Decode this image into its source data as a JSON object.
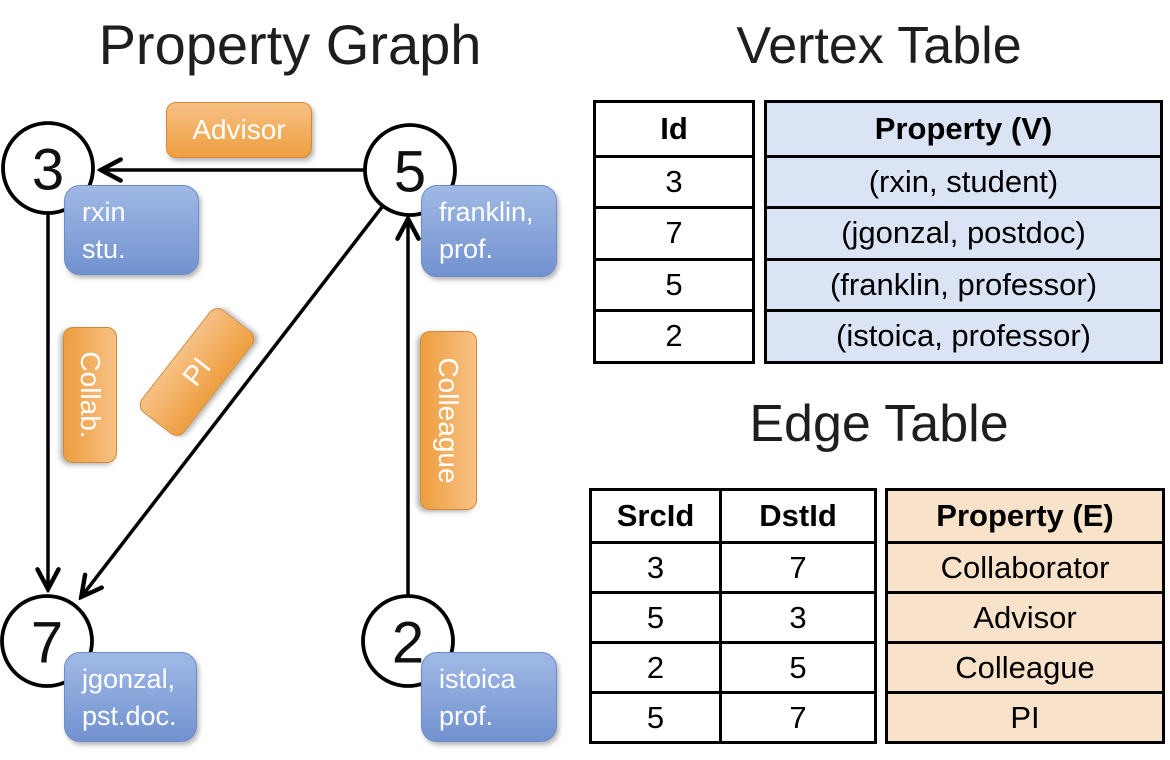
{
  "graph": {
    "title": "Property Graph",
    "nodes": [
      {
        "id": "3",
        "label_lines": [
          "rxin",
          "stu."
        ]
      },
      {
        "id": "5",
        "label_lines": [
          "franklin,",
          "prof."
        ]
      },
      {
        "id": "7",
        "label_lines": [
          "jgonzal,",
          "pst.doc."
        ]
      },
      {
        "id": "2",
        "label_lines": [
          "istoica",
          "prof."
        ]
      }
    ],
    "edge_labels": [
      "Advisor",
      "Collab.",
      "PI",
      "Colleague"
    ],
    "edges": [
      {
        "src": "5",
        "dst": "3",
        "label": "Advisor"
      },
      {
        "src": "3",
        "dst": "7",
        "label": "Collab."
      },
      {
        "src": "5",
        "dst": "7",
        "label": "PI"
      },
      {
        "src": "2",
        "dst": "5",
        "label": "Colleague"
      }
    ]
  },
  "vertex_table": {
    "title": "Vertex Table",
    "columns": {
      "id": "Id",
      "property": "Property (V)"
    },
    "rows": [
      {
        "id": "3",
        "property": "(rxin, student)"
      },
      {
        "id": "7",
        "property": "(jgonzal, postdoc)"
      },
      {
        "id": "5",
        "property": "(franklin, professor)"
      },
      {
        "id": "2",
        "property": "(istoica, professor)"
      }
    ]
  },
  "edge_table": {
    "title": "Edge Table",
    "columns": {
      "src": "SrcId",
      "dst": "DstId",
      "property": "Property (E)"
    },
    "rows": [
      {
        "src": "3",
        "dst": "7",
        "property": "Collaborator"
      },
      {
        "src": "5",
        "dst": "3",
        "property": "Advisor"
      },
      {
        "src": "2",
        "dst": "5",
        "property": "Colleague"
      },
      {
        "src": "5",
        "dst": "7",
        "property": "PI"
      }
    ]
  },
  "colors": {
    "edge_label_fill": "#f2a64e",
    "vertex_label_fill": "#89a7dc",
    "vertex_table_cell_fill": "#dbe4f4",
    "edge_table_cell_fill": "#f8e2c9",
    "line": "#000000",
    "background": "#ffffff"
  }
}
